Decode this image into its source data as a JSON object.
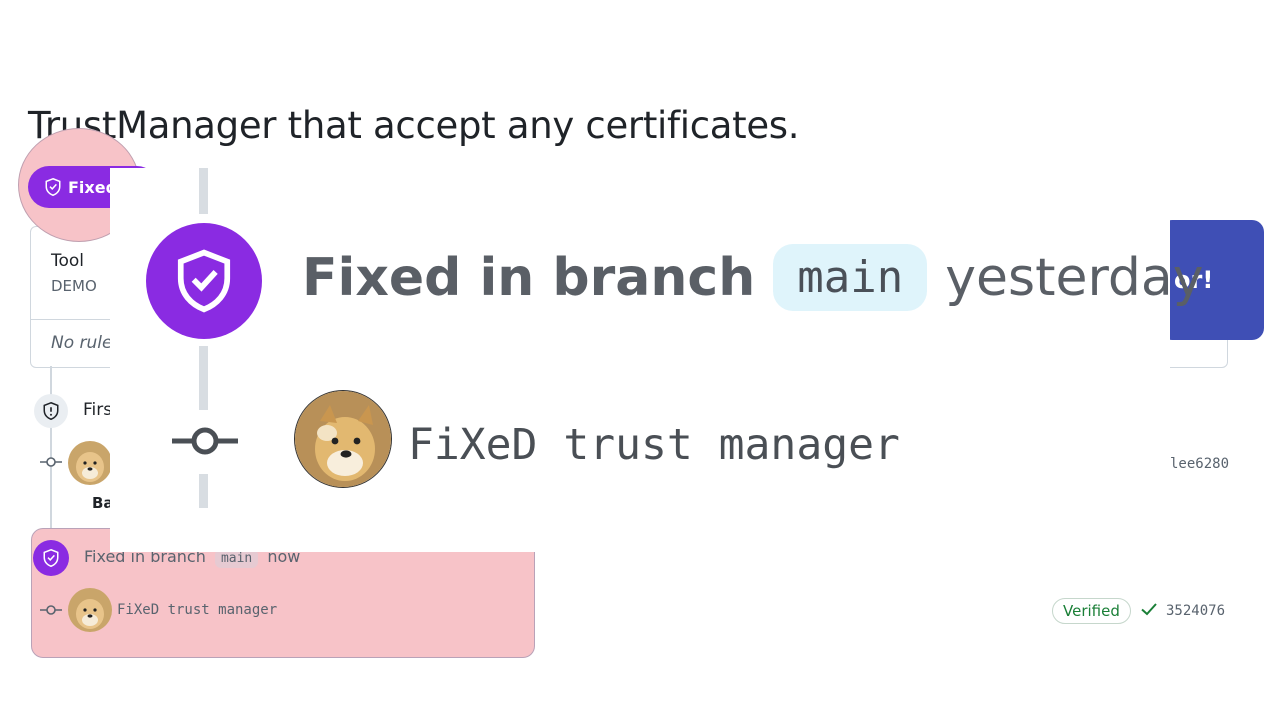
{
  "heading": "TrustManager that accept any certificates.",
  "fixed_pill_label": "Fixed",
  "tool": {
    "name": "Tool",
    "sub": "DEMO",
    "rules": "No rule"
  },
  "blue_button_label": "or!",
  "timeline": {
    "first_event": "Firs",
    "avatar_label": "Ba",
    "hash_top": "lee6280"
  },
  "highlight": {
    "prefix": "Fixed in branch",
    "branch": "main",
    "suffix": "now",
    "commit_message": "FiXeD trust manager"
  },
  "verified_label": "Verified",
  "hash_bottom": "3524076",
  "zoom": {
    "prefix": "Fixed in branch",
    "branch": "main",
    "suffix": "yesterday",
    "commit_message": "FiXeD trust manager"
  },
  "icons": {
    "shield": "shield-check-icon",
    "commit": "git-commit-icon",
    "check": "check-icon"
  },
  "colors": {
    "accent_purple": "#8a2be2",
    "highlight_pink": "#f7c3c8",
    "branch_bg": "#dff4fb",
    "verified_green": "#1a7f37",
    "blue_button": "#3f4fb5"
  }
}
